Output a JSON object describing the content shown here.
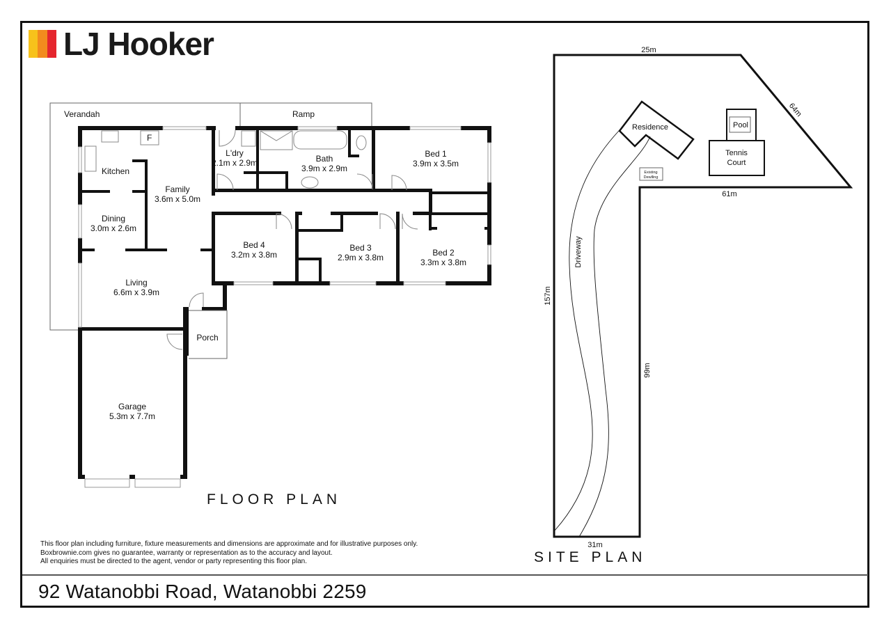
{
  "brand": {
    "name": "LJ Hooker",
    "colors": [
      "#f7c21b",
      "#f28b1e",
      "#e5262e"
    ]
  },
  "floor_plan": {
    "title": "FLOOR PLAN",
    "outdoor": {
      "verandah": "Verandah",
      "ramp": "Ramp"
    },
    "rooms": {
      "kitchen": {
        "name": "Kitchen"
      },
      "fridge_label": "F",
      "family": {
        "name": "Family",
        "size": "3.6m x 5.0m"
      },
      "dining": {
        "name": "Dining",
        "size": "3.0m x 2.6m"
      },
      "living": {
        "name": "Living",
        "size": "6.6m x 3.9m"
      },
      "laundry": {
        "name": "L'dry",
        "size": "2.1m x 2.9m"
      },
      "bath": {
        "name": "Bath",
        "size": "3.9m x 2.9m"
      },
      "bed1": {
        "name": "Bed 1",
        "size": "3.9m x 3.5m"
      },
      "bed2": {
        "name": "Bed 2",
        "size": "3.3m x 3.8m"
      },
      "bed3": {
        "name": "Bed 3",
        "size": "2.9m x 3.8m"
      },
      "bed4": {
        "name": "Bed 4",
        "size": "3.2m x 3.8m"
      },
      "porch": {
        "name": "Porch"
      },
      "garage": {
        "name": "Garage",
        "size": "5.3m x 7.7m"
      }
    }
  },
  "site_plan": {
    "title": "SITE PLAN",
    "dimensions": {
      "top": "25m",
      "diagonal": "64m",
      "inner_horizontal": "61m",
      "left": "157m",
      "inner_vertical": "99m",
      "bottom": "31m"
    },
    "labels": {
      "residence": "Residence",
      "pool": "Pool",
      "tennis_court_line1": "Tennis",
      "tennis_court_line2": "Court",
      "existing_line1": "Existing",
      "existing_line2": "Dewlling",
      "driveway": "Driveway"
    }
  },
  "disclaimer": {
    "line1": "This floor plan including furniture, fixture measurements and dimensions are approximate and for illustrative purposes only.",
    "line2": "Boxbrownie.com gives no guarantee, warranty or representation as to the accuracy and layout.",
    "line3": "All enquiries must be directed to the agent, vendor or party representing this floor plan."
  },
  "address": "92 Watanobbi Road, Watanobbi 2259"
}
